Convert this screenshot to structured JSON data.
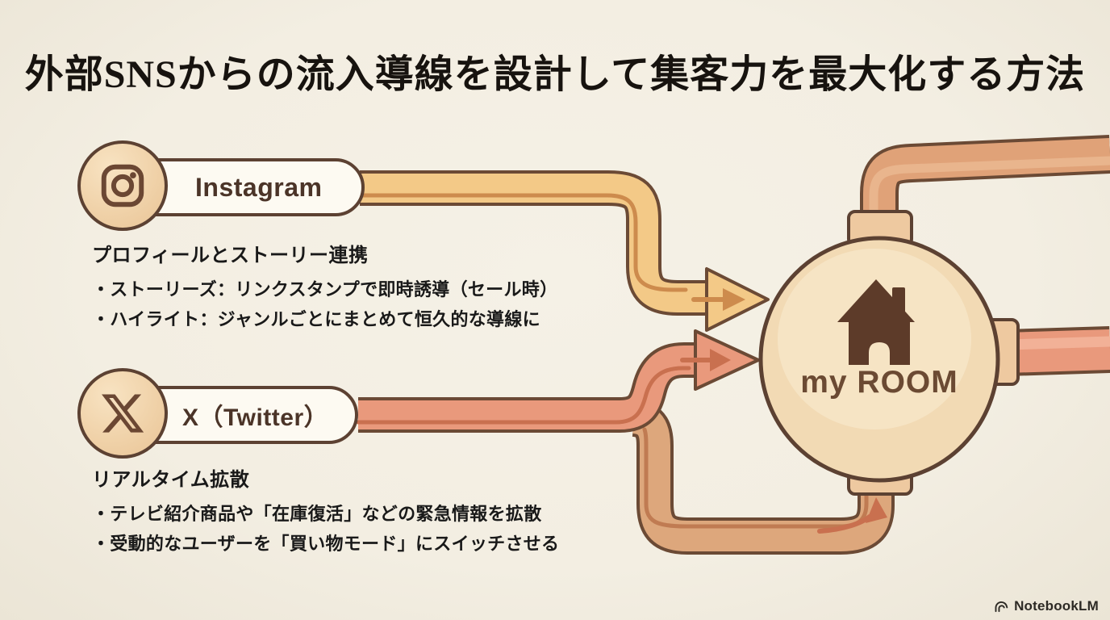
{
  "title": "外部SNSからの流入導線を設計して集客力を最大化する方法",
  "sources": {
    "instagram": {
      "label": "Instagram",
      "icon": "instagram-icon",
      "pipe_color": "#f3c987",
      "heading": "プロフィールとストーリー連携",
      "bullets": [
        "・ストーリーズ：リンクスタンプで即時誘導（セール時）",
        "・ハイライト：ジャンルごとにまとめて恒久的な導線に"
      ]
    },
    "x": {
      "label": "X（Twitter）",
      "icon": "x-icon",
      "pipe_color": "#e9997c",
      "heading": "リアルタイム拡散",
      "bullets": [
        "・テレビ紹介商品や「在庫復活」などの緊急情報を拡散",
        "・受動的なユーザーを「買い物モード」にスイッチさせる"
      ]
    }
  },
  "destination": {
    "label": "my ROOM",
    "icon": "house-icon",
    "fill": "#f2dab4",
    "outline": "#5c4132"
  },
  "watermark": {
    "label": "NotebookLM",
    "icon": "notebooklm-logo"
  },
  "colors": {
    "background": "#f3eee2",
    "outline_brown": "#5c4132",
    "pipe_yellow": "#f3c987",
    "pipe_yellow_stripe": "#cd8b4d",
    "pipe_salmon": "#e9997c",
    "pipe_salmon_stripe": "#c9704f",
    "pipe_tan": "#dda77c",
    "pipe_tan_stripe": "#c07b52",
    "pipe_top": "#e0a278",
    "node_fill": "#f0d2a9",
    "room_fill": "#f2dab4",
    "house_brown": "#5d3b29",
    "text_black": "#191919"
  }
}
